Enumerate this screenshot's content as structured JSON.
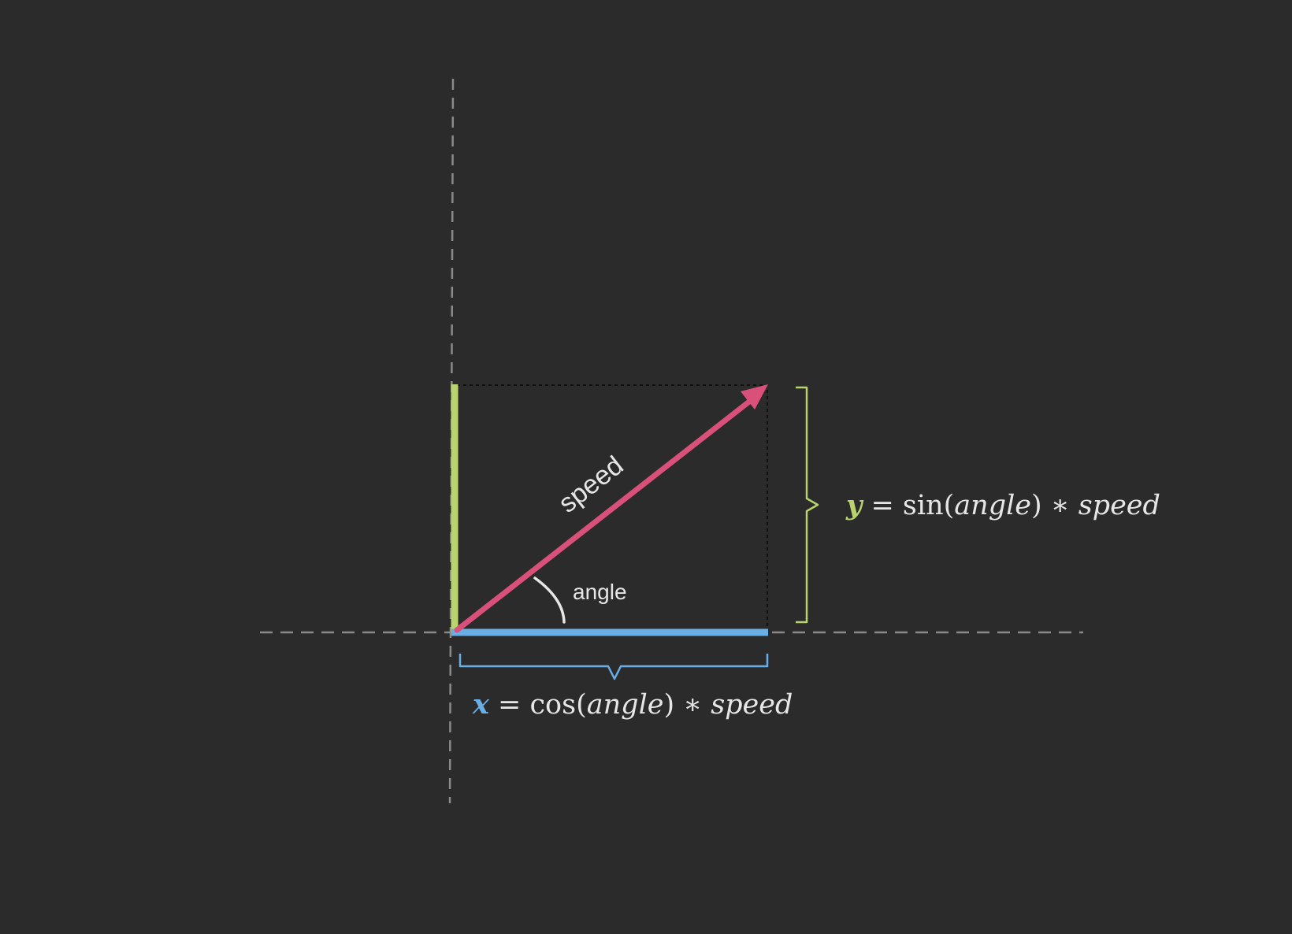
{
  "labels": {
    "speed": "speed",
    "angle": "angle"
  },
  "formula_y": {
    "var": "y",
    "eq": " = ",
    "func": "sin(",
    "arg": "angle",
    "close": ") ∗ ",
    "mult": "speed"
  },
  "formula_x": {
    "var": "x",
    "eq": " = ",
    "func": "cos(",
    "arg": "angle",
    "close": ") ∗ ",
    "mult": "speed"
  },
  "colors": {
    "background": "#2b2b2b",
    "speed_vector": "#d9507a",
    "y_component": "#b9d46e",
    "x_component": "#6aaee6",
    "axis": "#8a8a8a",
    "text": "#e6e6e6"
  }
}
